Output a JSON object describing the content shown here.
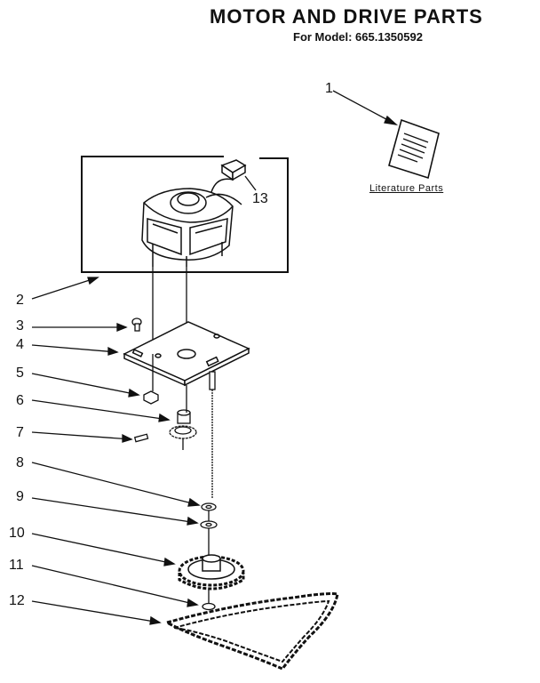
{
  "header": {
    "title": "MOTOR AND DRIVE PARTS",
    "model_line": "For Model: 665.1350592"
  },
  "literature": {
    "callout": "1",
    "label": "Literature Parts"
  },
  "callouts": [
    "2",
    "3",
    "4",
    "5",
    "6",
    "7",
    "8",
    "9",
    "10",
    "11",
    "12",
    "13"
  ],
  "parts_icons": [
    "motor-icon",
    "capacitor-icon",
    "screw-icon",
    "mounting-plate-icon",
    "nut-icon",
    "drive-pulley-icon",
    "pin-icon",
    "washer-icon",
    "thrust-washer-icon",
    "gear-icon",
    "retaining-ring-icon",
    "drive-chain-icon",
    "manual-icon"
  ]
}
